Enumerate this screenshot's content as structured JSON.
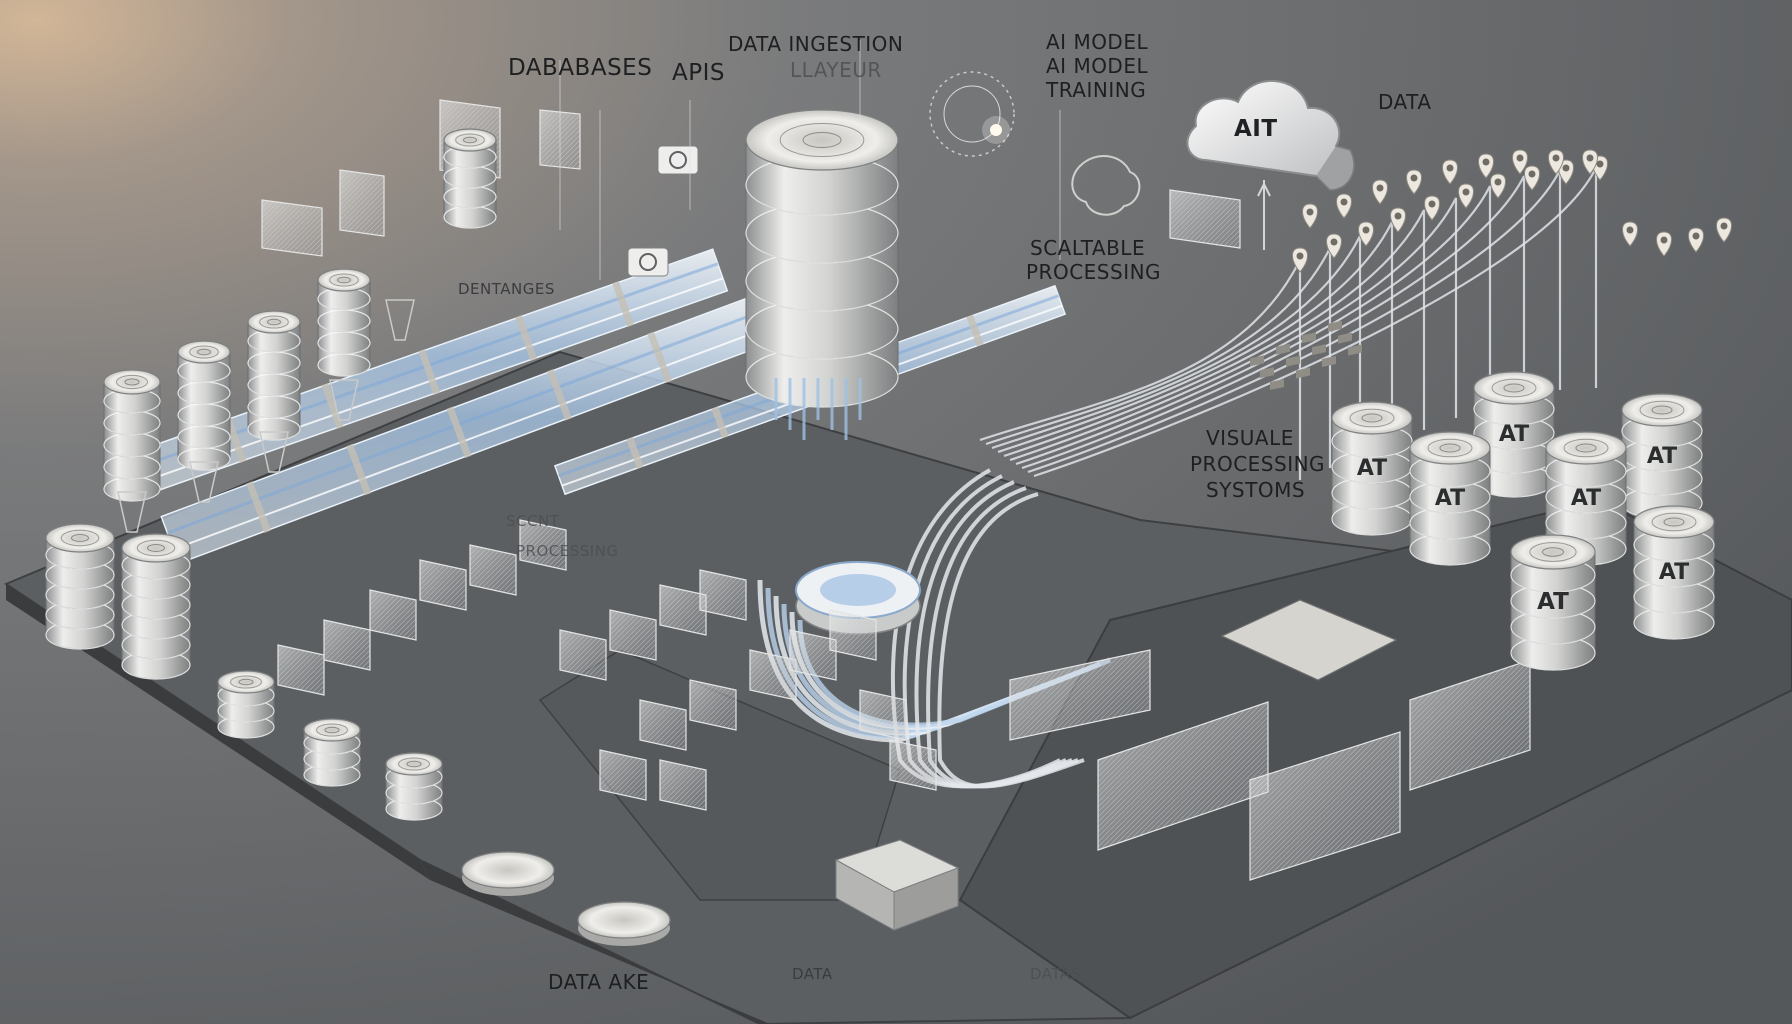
{
  "labels": {
    "databases": "DABABASES",
    "apis": "APIS",
    "ingestion_line1": "DATA INGESTION",
    "ingestion_line2": "LLAYEUR",
    "model_line1": "AI MODEL",
    "model_line2": "AI MODEL",
    "model_line3": "TRAINING",
    "cloud_text": "AIT",
    "data_top_right": "DATA",
    "scalable_line1": "SCALTABLE",
    "scalable_line2": "PROCESSING",
    "visual_line1": "VISUALE",
    "visual_line2": "PROCESSING",
    "visual_line3": "SYSTOMS",
    "dentanges": "DENTANGES",
    "data_lake": "DATA   AKE",
    "data_bottom_mid": "DATA",
    "datas_bottom": "DATAS",
    "faded_mid_1": "SCCNT",
    "faded_mid_2": "PROCESSING",
    "ai_barrel": "AT"
  },
  "colors": {
    "platform": "#55585b",
    "pipe_glass": "#d4e3f3",
    "pipe_blue": "#8fb6e0",
    "cylinder": "#dedfdc",
    "cloud": "#f2f3f4"
  }
}
